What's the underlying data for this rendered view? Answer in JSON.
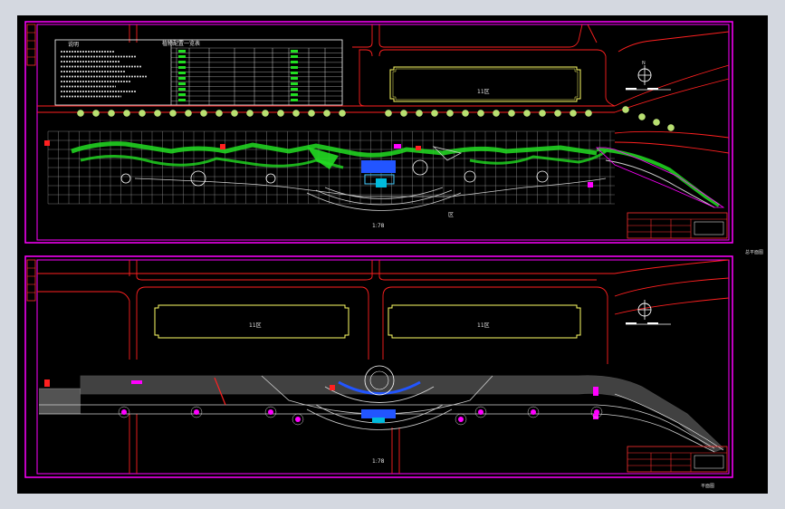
{
  "sheet_top": {
    "table_title": "植物配置一览表",
    "notes_title": "说明",
    "district_label": "11区",
    "district_suffix": "区",
    "scale_caption": "1:78"
  },
  "sheet_bottom": {
    "district_label_left": "11区",
    "district_label_right": "11区",
    "scale_caption": "1:78"
  },
  "outside_labels": {
    "sheet1": "总平面图",
    "sheet2": "平面图"
  },
  "colors": {
    "frame": "#ff00ff",
    "road": "#ff2020",
    "building": "#ffff66",
    "grid": "#a0a0a0",
    "vegetation": "#22dd22",
    "water": "#2255ff",
    "plaza": "#cfcfcf"
  },
  "icons": {
    "north_arrow": "north-arrow-icon",
    "scale_bar": "scale-bar-icon"
  }
}
